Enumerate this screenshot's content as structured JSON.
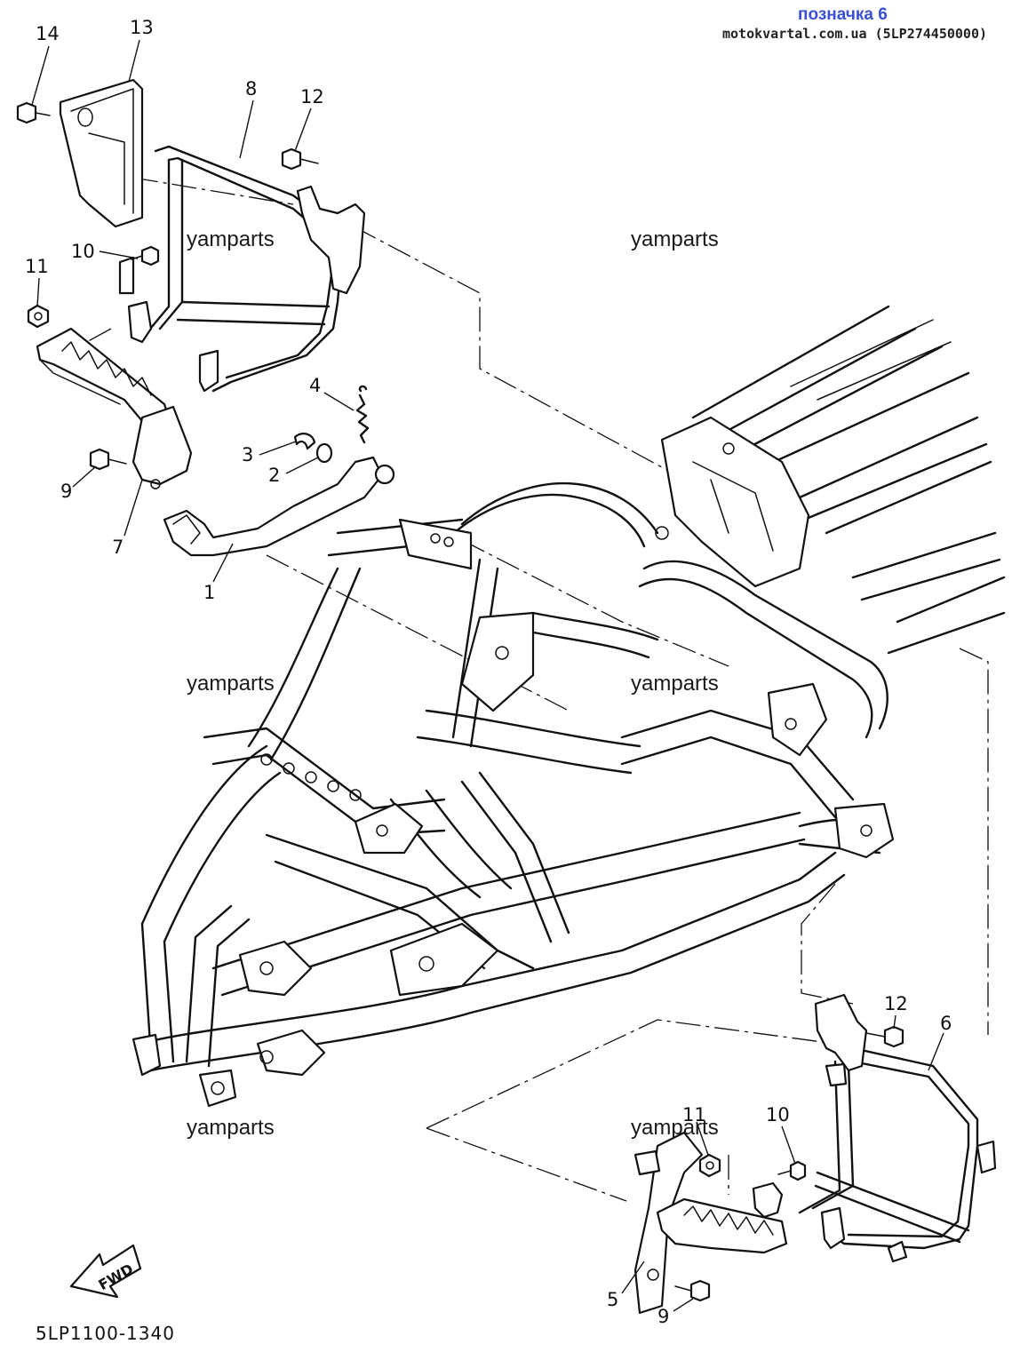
{
  "header": {
    "title": "позначка 6",
    "source": "motokvartal.com.ua (5LP274450000)"
  },
  "drawing_code": "5LP1100-1340",
  "fwd_label": "FWD",
  "watermark": "yamparts",
  "callouts": {
    "c1": "1",
    "c2": "2",
    "c3": "3",
    "c4": "4",
    "c5": "5",
    "c6": "6",
    "c7": "7",
    "c8": "8",
    "c9a": "9",
    "c9b": "9",
    "c10a": "10",
    "c10b": "10",
    "c11a": "11",
    "c11b": "11",
    "c12a": "12",
    "c12b": "12",
    "c13": "13",
    "c14": "14"
  },
  "icons": {
    "fwd_arrow": "fwd-arrow-icon"
  }
}
